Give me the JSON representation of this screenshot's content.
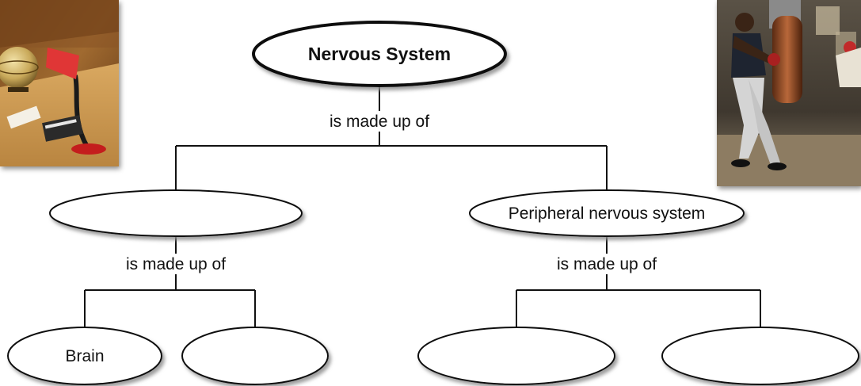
{
  "diagram": {
    "root": {
      "label": "Nervous System"
    },
    "root_link": {
      "label": "is made up of"
    },
    "branches": [
      {
        "label": "",
        "link": {
          "label": "is made up of"
        },
        "children": [
          {
            "label": "Brain"
          },
          {
            "label": ""
          }
        ]
      },
      {
        "label": "Peripheral nervous system",
        "link": {
          "label": "is made up of"
        },
        "children": [
          {
            "label": ""
          },
          {
            "label": ""
          }
        ]
      }
    ]
  },
  "colors": {
    "stroke": "#111111",
    "shadow": "#9a9a9a",
    "fill": "#ffffff",
    "text": "#111111"
  },
  "icons": {
    "left_photo": "desk-lamp-study-photo",
    "right_photo": "punching-bag-boxer-photo"
  }
}
